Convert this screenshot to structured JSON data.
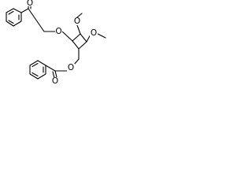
{
  "molecule": {
    "atoms": {
      "ester_carbonyl_oxygen_top": "O",
      "ester_ether_oxygen_top": "O",
      "methoxy_oxygen_upper": "O",
      "methoxy_oxygen_lower": "O",
      "ester_ether_oxygen_bottom": "O",
      "ester_carbonyl_oxygen_bottom": "O"
    },
    "colors": {
      "bond": "#000000",
      "background": "#ffffff"
    }
  }
}
